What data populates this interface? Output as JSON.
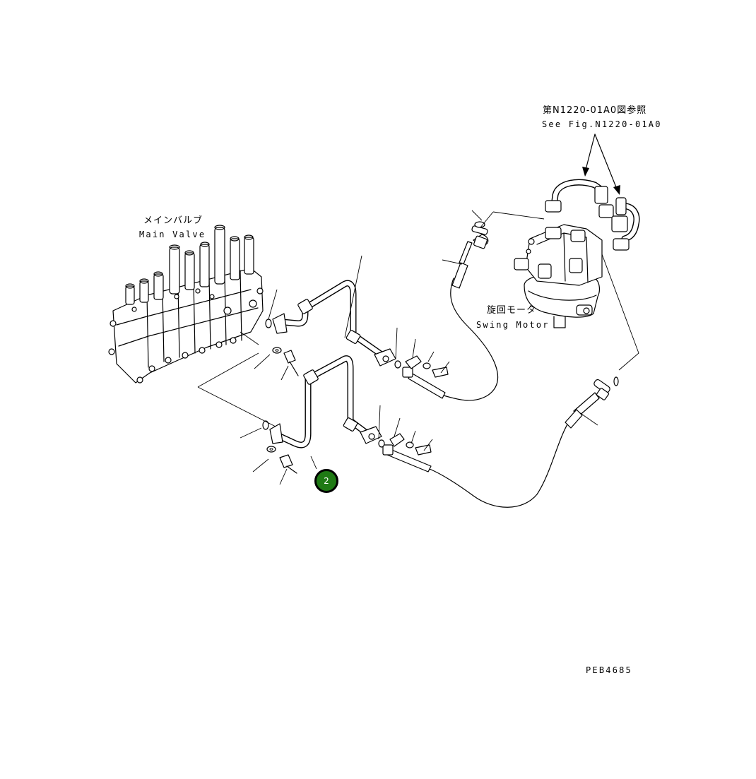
{
  "labels": {
    "ref_jp": "第N1220-01A0図参照",
    "ref_en": "See Fig.N1220-01A0",
    "main_valve_jp": "メインバルブ",
    "main_valve_en": "Main Valve",
    "swing_motor_jp": "旋回モータ",
    "swing_motor_en": "Swing Motor",
    "drawing_number": "PEB4685"
  },
  "callout": {
    "number": "2",
    "color": "#1f7a14"
  },
  "icons": [
    "main-valve-icon",
    "swing-motor-icon",
    "hose-icon",
    "pipe-icon",
    "bolt-icon",
    "washer-icon",
    "o-ring-icon",
    "flange-icon"
  ]
}
